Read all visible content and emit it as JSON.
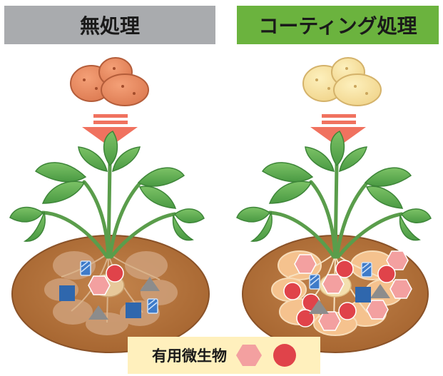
{
  "panels": {
    "left": {
      "title": "無処理"
    },
    "right": {
      "title": "コーティング処理"
    }
  },
  "legend": {
    "label": "有用微生物",
    "icons": [
      "pink-hexagon-icon",
      "red-circle-icon"
    ]
  },
  "colors": {
    "untreated_header": "#a9abae",
    "coated_header": "#6bb33e",
    "arrow": "#f0725f",
    "soil": "#b7743f",
    "microbe_hexagon": "#f3a0a0",
    "microbe_circle": "#e0434a",
    "blue_square": "#2f67ad",
    "gray_triangle": "#8c8c8c",
    "legend_background": "#fff0bd"
  }
}
